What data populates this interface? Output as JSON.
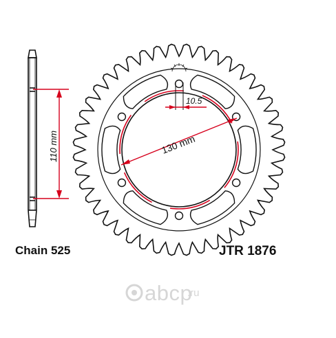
{
  "labels": {
    "chain": "Chain 525",
    "part_number": "JTR 1876"
  },
  "dimensions": {
    "pitch_circle": "130 mm",
    "hub_width": "110 mm",
    "bolt_hole": "10.5"
  },
  "watermark": {
    "brand": "abcp",
    "domain": ".ru"
  },
  "sprocket": {
    "teeth": 44,
    "bolt_holes": 6
  },
  "colors": {
    "line": "#111111",
    "dimension": "#d6001c",
    "watermark": "#d6d6d6"
  }
}
